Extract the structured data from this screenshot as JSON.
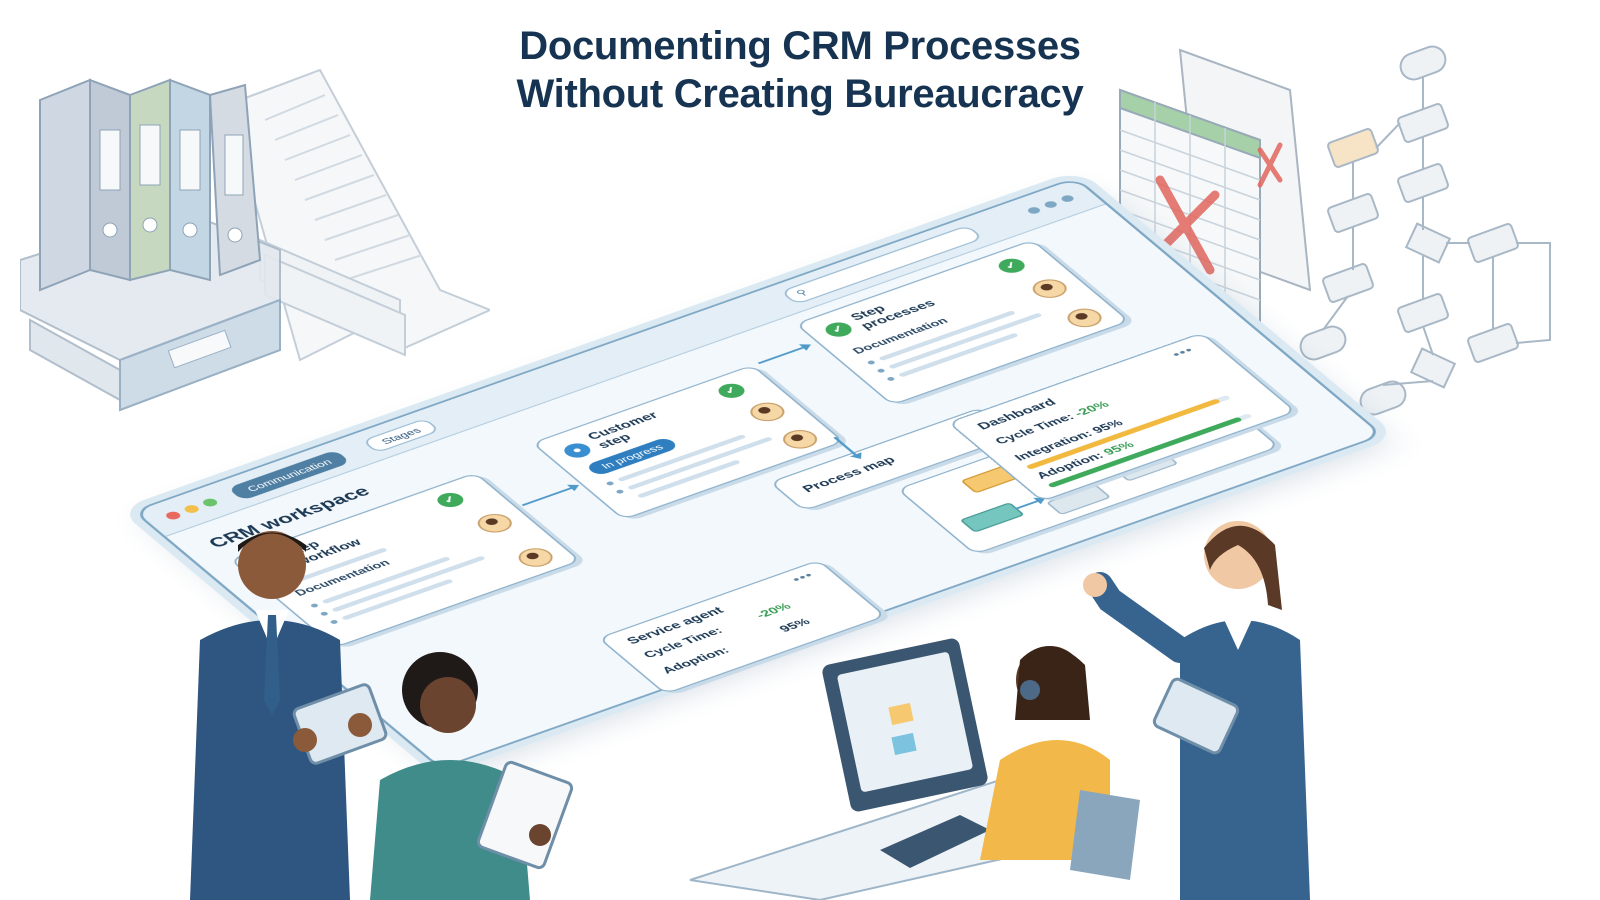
{
  "title": {
    "line1": "Documenting CRM Processes",
    "line2": "Without Creating Bureaucracy"
  },
  "workspace": {
    "label": "CRM workspace",
    "tabs": [
      "Communication",
      "Stages"
    ],
    "active_tab": "Communication",
    "search_placeholder": ""
  },
  "cards": {
    "workflow": {
      "heading_line1": "Step",
      "heading_line2": "workflow",
      "subheading": "Documentation",
      "status": "orange-check"
    },
    "customer": {
      "heading_line1": "Customer",
      "heading_line2": "step",
      "badge": "In progress",
      "status": "green-check"
    },
    "processes": {
      "heading_line1": "Step",
      "heading_line2": "processes",
      "subheading": "Documentation",
      "status": "green-check"
    },
    "process_map": {
      "heading": "Process map"
    },
    "dashboard": {
      "heading": "Dashboard",
      "metrics": [
        {
          "label": "Cycle Time:",
          "value": "-20%",
          "fill": 0.0
        },
        {
          "label": "Integration:",
          "value": "95%",
          "fill": 0.95
        },
        {
          "label": "Adoption:",
          "value": "95%",
          "fill": 0.95
        }
      ]
    },
    "service_agent": {
      "heading": "Service agent",
      "metrics": [
        {
          "label": "Cycle Time:",
          "value": "-20%"
        },
        {
          "label": "Adoption:",
          "value": "95%"
        }
      ]
    }
  },
  "colors": {
    "accent": "#4f7fa3",
    "green": "#3faa5c",
    "orange": "#efa63b",
    "blue": "#2f7fc0",
    "red_x": "#e2665e"
  },
  "icons": {
    "check": "check-icon",
    "search": "search-icon",
    "more": "more-dots-icon"
  }
}
